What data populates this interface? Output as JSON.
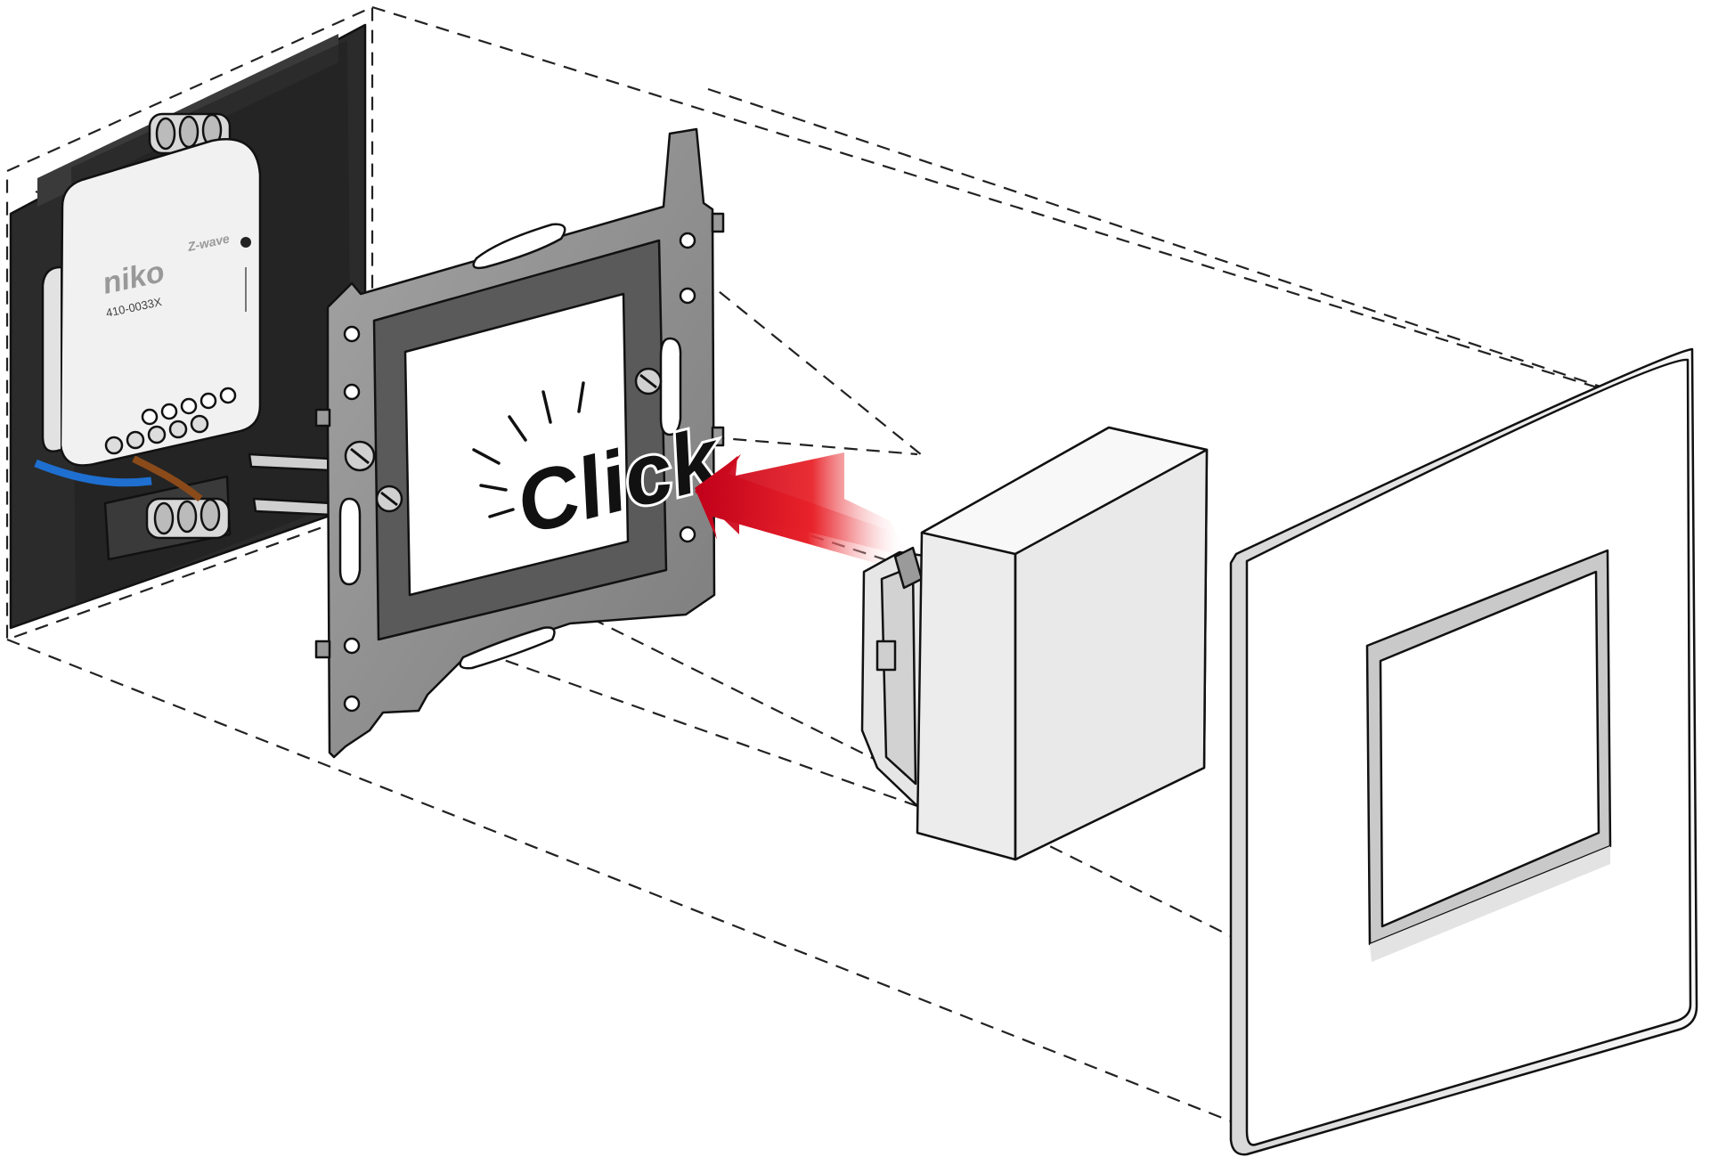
{
  "diagram": {
    "module_brand": "niko",
    "module_sub_brand": "Z-wave",
    "module_model": "410-0033X",
    "click_label": "Click"
  },
  "colors": {
    "wall_box": "#2b2b2b",
    "module_body": "#f1f1f1",
    "mounting_frame": "#8e8e8e",
    "frame_inner": "#5a5a5a",
    "switch_face": "#ececec",
    "cover_plate": "#ffffff",
    "arrow_red": "#e01b1b",
    "wire_blue": "#1e6fd0",
    "wire_brown": "#8a4a1a",
    "outline": "#111111"
  }
}
